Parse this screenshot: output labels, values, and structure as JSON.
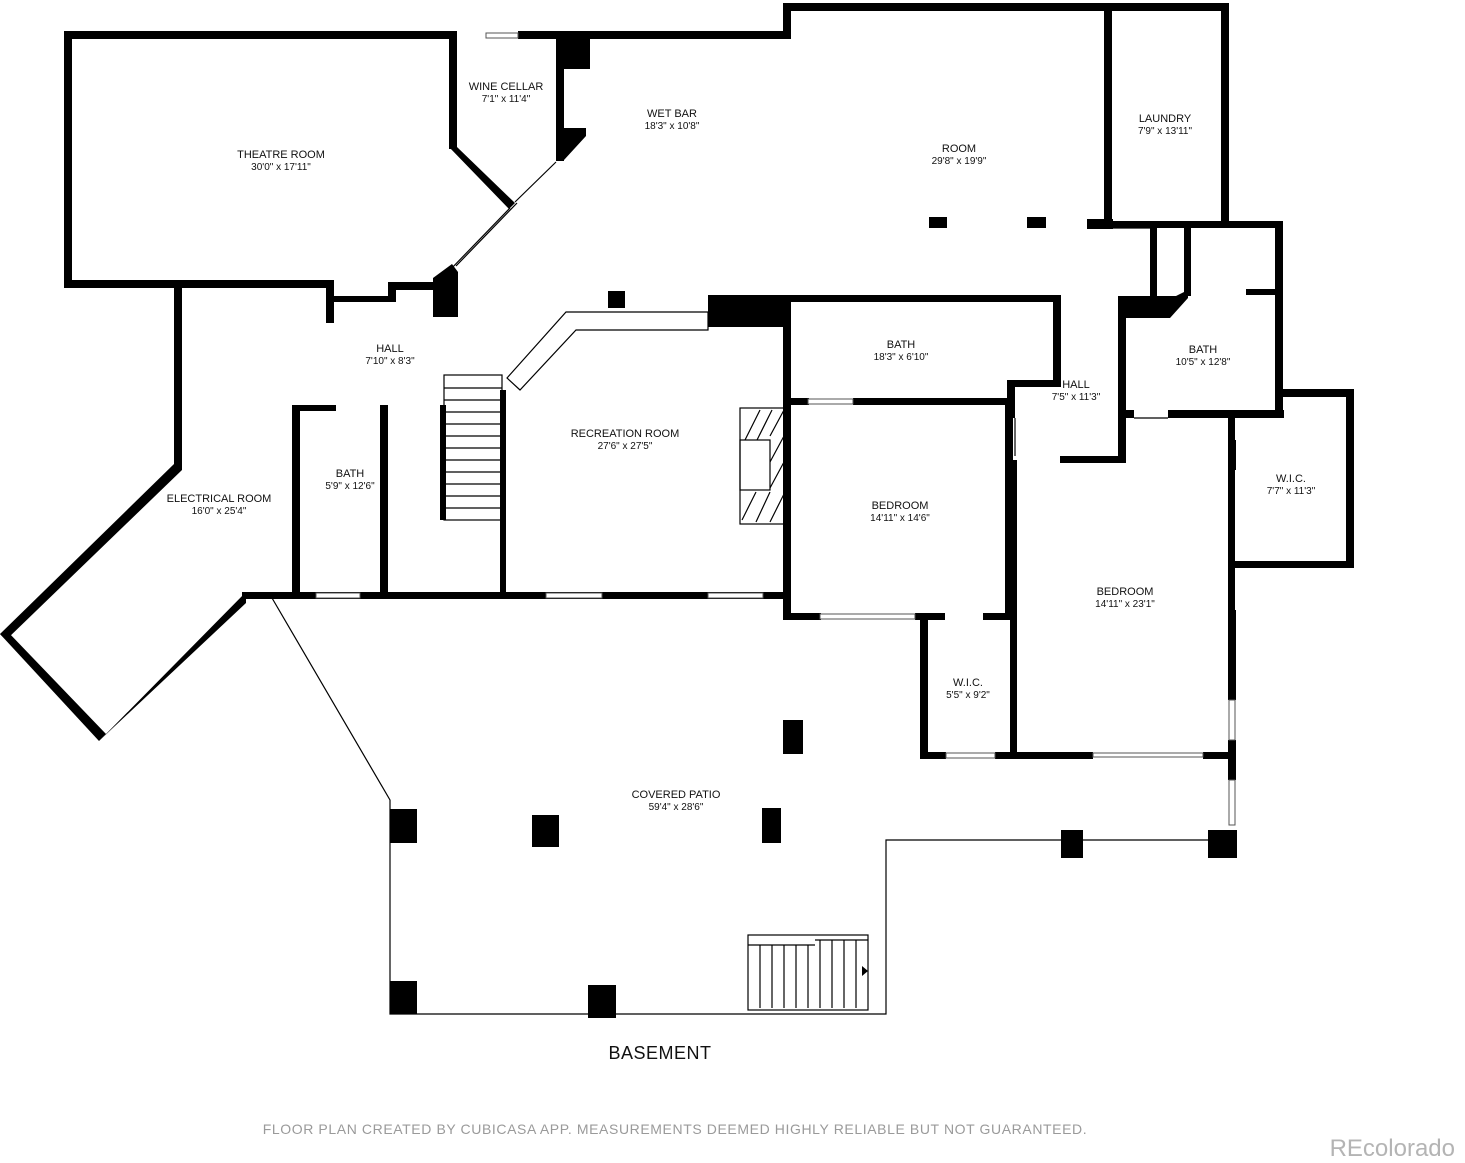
{
  "floor_label": "BASEMENT",
  "disclaimer": "FLOOR PLAN CREATED BY CUBICASA APP. MEASUREMENTS DEEMED HIGHLY RELIABLE BUT NOT GUARANTEED.",
  "brand": "REcolorado",
  "rooms": {
    "theatre": {
      "name": "THEATRE ROOM",
      "dims": "30'0\" x 17'11\""
    },
    "wine": {
      "name": "WINE CELLAR",
      "dims": "7'1\" x 11'4\""
    },
    "wetbar": {
      "name": "WET BAR",
      "dims": "18'3\" x 10'8\""
    },
    "room": {
      "name": "ROOM",
      "dims": "29'8\" x 19'9\""
    },
    "laundry": {
      "name": "LAUNDRY",
      "dims": "7'9\" x 13'11\""
    },
    "hall1": {
      "name": "HALL",
      "dims": "7'10\" x 8'3\""
    },
    "bath1": {
      "name": "BATH",
      "dims": "18'3\" x 6'10\""
    },
    "bath2": {
      "name": "BATH",
      "dims": "10'5\" x 12'8\""
    },
    "hall2": {
      "name": "HALL",
      "dims": "7'5\" x 11'3\""
    },
    "recreation": {
      "name": "RECREATION ROOM",
      "dims": "27'6\" x 27'5\""
    },
    "bath3": {
      "name": "BATH",
      "dims": "5'9\" x 12'6\""
    },
    "electrical": {
      "name": "ELECTRICAL ROOM",
      "dims": "16'0\" x 25'4\""
    },
    "bedroom1": {
      "name": "BEDROOM",
      "dims": "14'11\" x 14'6\""
    },
    "wic1": {
      "name": "W.I.C.",
      "dims": "7'7\" x 11'3\""
    },
    "bedroom2": {
      "name": "BEDROOM",
      "dims": "14'11\" x 23'1\""
    },
    "wic2": {
      "name": "W.I.C.",
      "dims": "5'5\" x 9'2\""
    },
    "patio": {
      "name": "COVERED PATIO",
      "dims": "59'4\" x 28'6\""
    }
  },
  "colors": {
    "wall": "#000000",
    "disclaimer": "#9a9a9a",
    "brand": "#b4b4b4"
  }
}
